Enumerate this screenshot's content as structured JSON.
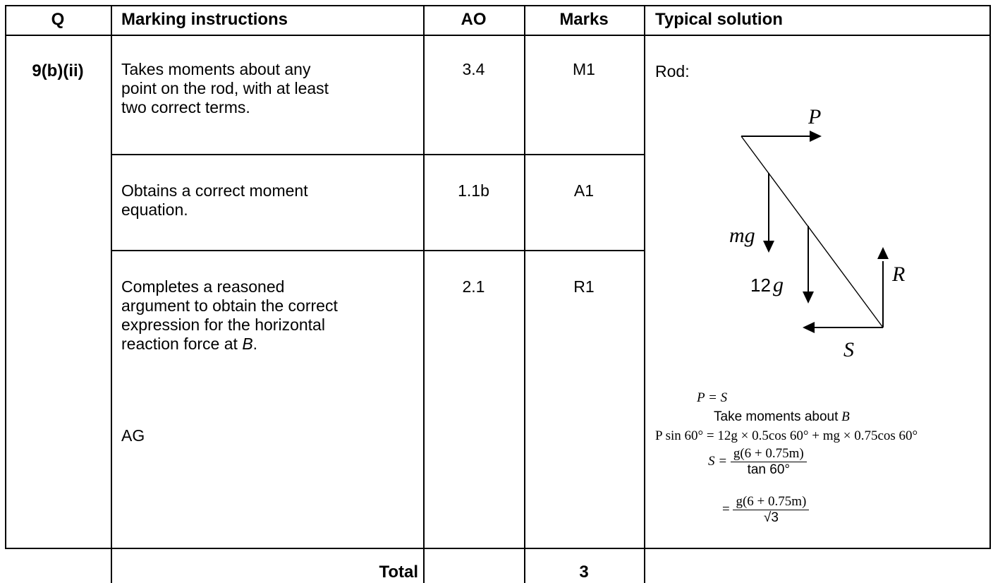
{
  "header": {
    "q": "Q",
    "marking_instructions": "Marking instructions",
    "ao": "AO",
    "marks": "Marks",
    "typical_solution": "Typical solution"
  },
  "question_id": "9(b)(ii)",
  "rows": [
    {
      "instruction": "Takes moments about any point on the rod, with at least two correct terms.",
      "ao": "3.4",
      "mark": "M1"
    },
    {
      "instruction": "Obtains a correct moment equation.",
      "ao": "1.1b",
      "mark": "A1"
    },
    {
      "instruction_before": "Completes a reasoned argument to obtain the correct expression for the horizontal reaction force at ",
      "instruction_italic": "B",
      "instruction_after": ".",
      "note": "AG",
      "ao": "2.1",
      "mark": "R1"
    }
  ],
  "solution": {
    "heading": "Rod:",
    "diagram_labels": {
      "p": "P",
      "mg": "mg",
      "twelve": "12",
      "g": "g",
      "r": "R",
      "s": "S"
    },
    "lines": {
      "p_eq_s": "P = S",
      "take_moments": "Take moments about",
      "about_point": "B",
      "moment_eq_lhs": "P sin 60° = ",
      "moment_eq_rhs": "12g × 0.5cos 60° + mg × 0.75cos 60°",
      "s_eq": "S =",
      "frac1_num": "g(6 + 0.75m)",
      "frac1_den": "tan 60°",
      "eq2": "=",
      "frac2_num": "g(6 + 0.75m)",
      "frac2_den": "√3"
    }
  },
  "total": {
    "label": "Total",
    "marks": "3"
  }
}
